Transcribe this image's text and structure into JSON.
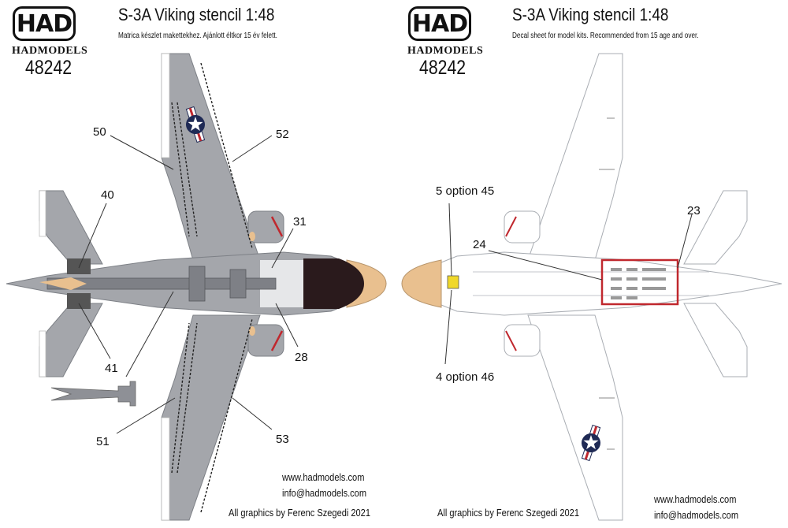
{
  "left": {
    "logo": "HAD",
    "brand": "HADMODELS",
    "code": "48242",
    "title": "S-3A Viking stencil 1:48",
    "subtitle": "Matrica készlet makettekhez. Ajánlott éltkor 15 év felett.",
    "callouts": {
      "c50": "50",
      "c52": "52",
      "c40": "40",
      "c31": "31",
      "c41": "41",
      "c28": "28",
      "c51": "51",
      "c53": "53"
    },
    "website": "www.hadmodels.com",
    "email": "info@hadmodels.com",
    "credit": "All graphics by Ferenc Szegedi 2021"
  },
  "right": {
    "logo": "HAD",
    "brand": "HADMODELS",
    "code": "48242",
    "title": "S-3A Viking stencil 1:48",
    "subtitle": "Decal sheet for model kits. Recommended from 15 age and over.",
    "callouts": {
      "c5": "5  option 45",
      "c24": "24",
      "c23": "23",
      "c4": "4  option 46"
    },
    "website": "www.hadmodels.com",
    "email": "info@hadmodels.com",
    "credit": "All graphics by Ferenc Szegedi 2021"
  },
  "colors": {
    "gray": "#a4a6ab",
    "canopy": "#2a1a1c",
    "radome": "#e9c08f",
    "outline": "#c9ccd1",
    "insignia_red": "#c0282e",
    "insignia_blue": "#1f2a55"
  }
}
